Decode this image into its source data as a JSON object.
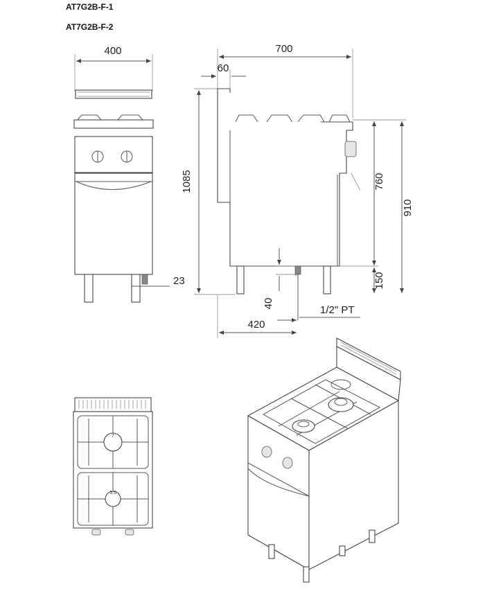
{
  "models": [
    "AT7G2B-F-1",
    "AT7G2B-F-2"
  ],
  "dimensions": {
    "front_width": "400",
    "front_leg": "23",
    "side_depth": "700",
    "side_back": "60",
    "total_height": "1085",
    "working_height": "910",
    "body_height": "760",
    "leg_height": "150",
    "gas_offset": "40",
    "gas_depth": "420",
    "gas_connection": "1/2\" PT"
  },
  "top_view_labels": {
    "knob1_burner": "7",
    "knob2_burner": "3.5"
  },
  "colors": {
    "line": "#555555",
    "text": "#222222"
  }
}
